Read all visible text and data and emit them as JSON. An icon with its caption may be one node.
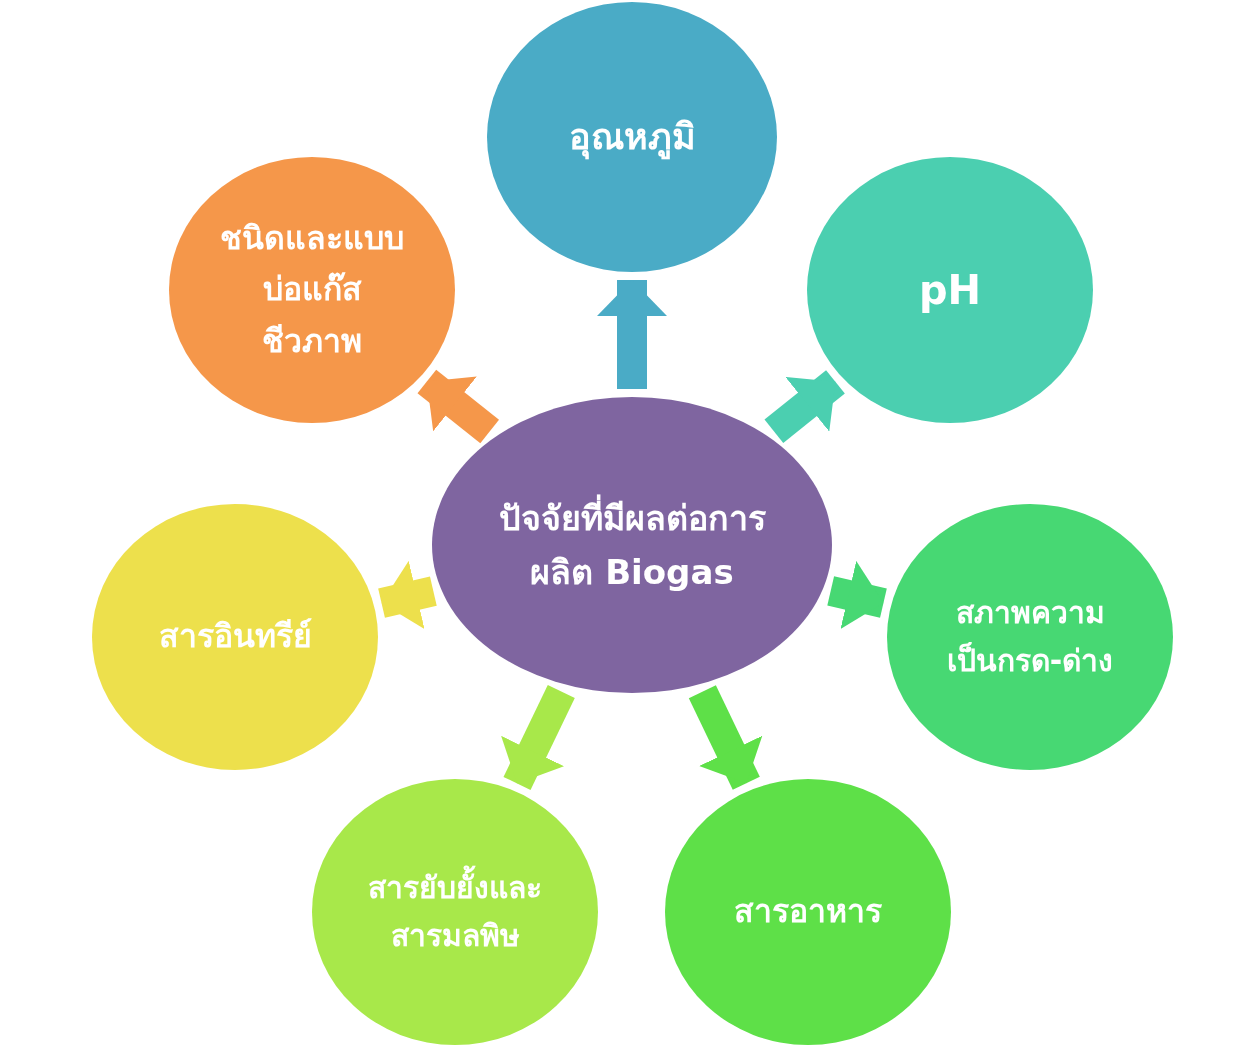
{
  "diagram": {
    "nodes": [
      {
        "text": [
          "ปัจจัยที่มีผลต่อการผลิต Biogas"
        ]
      },
      {
        "text": [
          "อุณหภูมิ"
        ]
      },
      {
        "text": [
          "pH"
        ]
      },
      {
        "text": [
          "สภาพความเป็นกรด-ด่าง"
        ]
      },
      {
        "text": [
          "สารอาหาร"
        ]
      },
      {
        "text": [
          "สารยับยั้งและสารมลพิษ"
        ]
      },
      {
        "text": [
          "สารอินทรีย์"
        ]
      },
      {
        "text": [
          "ชนิดและแบบบ่อแก๊สชีวภาพ"
        ]
      }
    ],
    "edges": [
      {
        "from": 0,
        "to": 1,
        "arrow": "to",
        "color": "#4aabc6"
      },
      {
        "from": 0,
        "to": 2,
        "arrow": "to",
        "color": "#4bcfb0"
      },
      {
        "from": 0,
        "to": 3,
        "arrow": "to",
        "color": "#47d873"
      },
      {
        "from": 0,
        "to": 4,
        "arrow": "to",
        "color": "#5ee048"
      },
      {
        "from": 0,
        "to": 5,
        "arrow": "to",
        "color": "#a8e84a"
      },
      {
        "from": 0,
        "to": 6,
        "arrow": "to",
        "color": "#ede04c"
      },
      {
        "from": 0,
        "to": 7,
        "arrow": "to",
        "color": "#f5974a"
      }
    ]
  }
}
